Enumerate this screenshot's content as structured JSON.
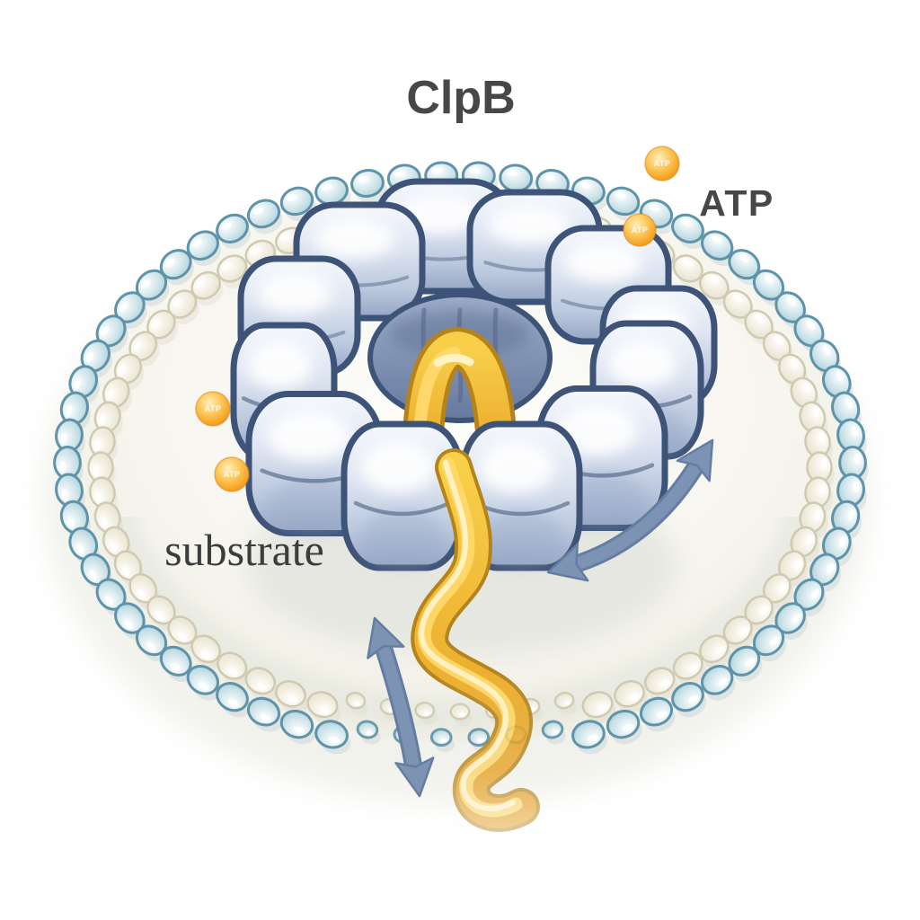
{
  "title": "ClpB",
  "labels": {
    "atp": "ATP",
    "substrate": "substrate",
    "atp_sphere_glyph": "ATP"
  },
  "colors": {
    "background": "#ffffff",
    "vesicle_interior": "#f6f5ee",
    "membrane_bead_blue": "#c2dde4",
    "membrane_bead_blue_stroke": "#5f93a9",
    "membrane_bead_cream": "#f2efe2",
    "membrane_bead_cream_stroke": "#cfcab1",
    "ring_fill_light": "#dde4f1",
    "ring_fill_dark": "#95a6c5",
    "ring_outline": "#3d5377",
    "pore_dark": "#66799e",
    "substrate_gold": "#f3b92d",
    "substrate_gold_dark": "#b5831c",
    "substrate_gold_light": "#ffd96b",
    "atp_orange": "#f5a01f",
    "atp_orange_light": "#ffeebd",
    "arrow_fill": "#7d93b4",
    "arrow_stroke": "#647ea1",
    "label_color": "#474747",
    "substrate_label_color": "#3c3c3c"
  }
}
